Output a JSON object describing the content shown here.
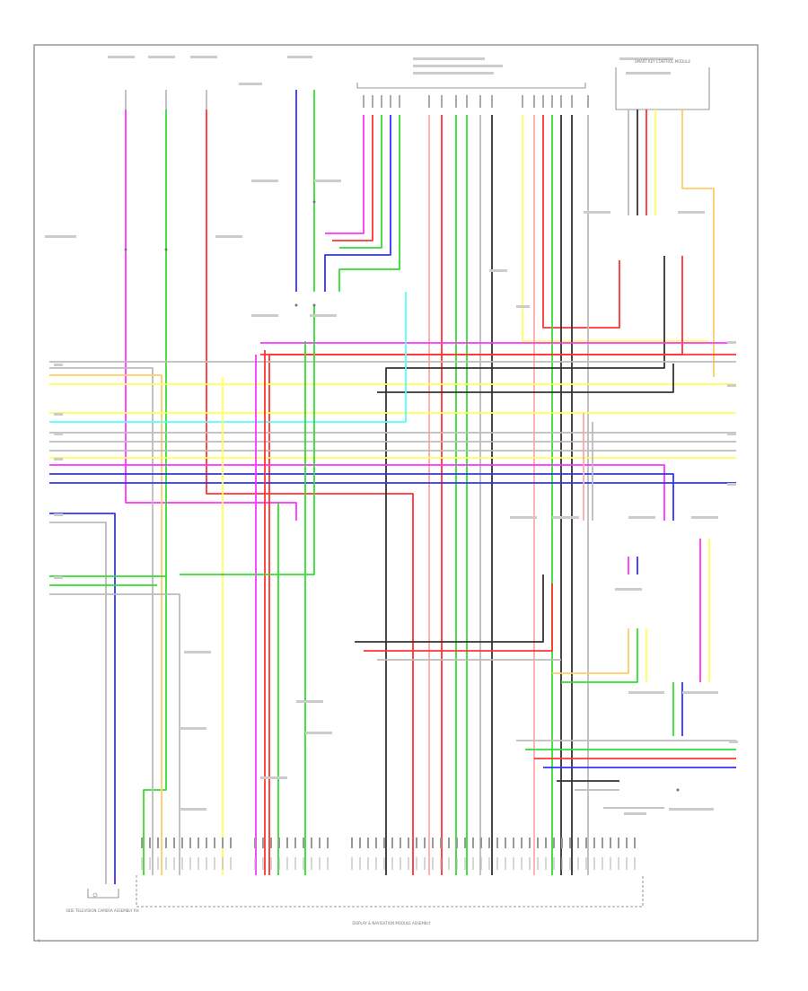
{
  "diagram": {
    "main_module_label": "DISPLAY & NAVIGATION MODULE ASSEMBLY",
    "bottom_left_component": "SIDE TELEVISION CAMERA ASSEMBLY RH",
    "top_right_component": "SMART KEY CONTROL MODULE",
    "footer_code": "T"
  },
  "wire_colors": {
    "magenta": "#ff33ff",
    "green": "#33dd33",
    "red": "#ff3333",
    "blue": "#3333ff",
    "yellow": "#ffff55",
    "cyan": "#55ffff",
    "gray": "#bbbbbb",
    "black": "#333333",
    "orange": "#ffcc66",
    "pink": "#ffaaaa"
  }
}
